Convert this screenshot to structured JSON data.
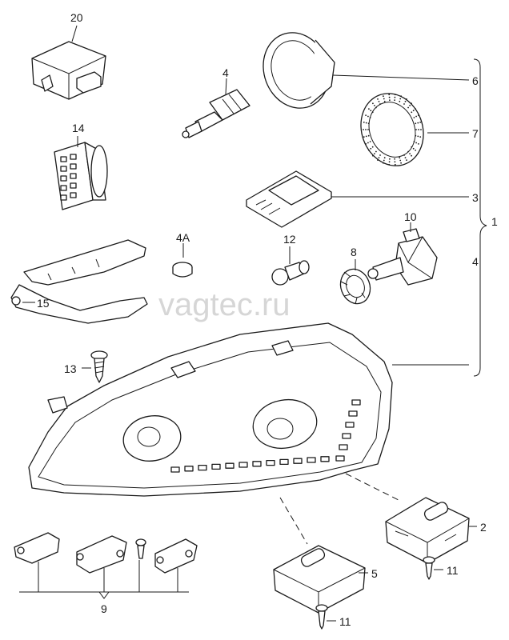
{
  "watermark": "vagtec.ru",
  "callouts": {
    "c20": "20",
    "c4_bulb": "4",
    "c6": "6",
    "c7": "7",
    "c14": "14",
    "c3": "3",
    "c1": "1",
    "c4_group": "4",
    "c10": "10",
    "c4a": "4A",
    "c12": "12",
    "c8": "8",
    "c15": "15",
    "c13": "13",
    "c2": "2",
    "c11_upper": "11",
    "c5": "5",
    "c11_lower": "11",
    "c9": "9"
  }
}
